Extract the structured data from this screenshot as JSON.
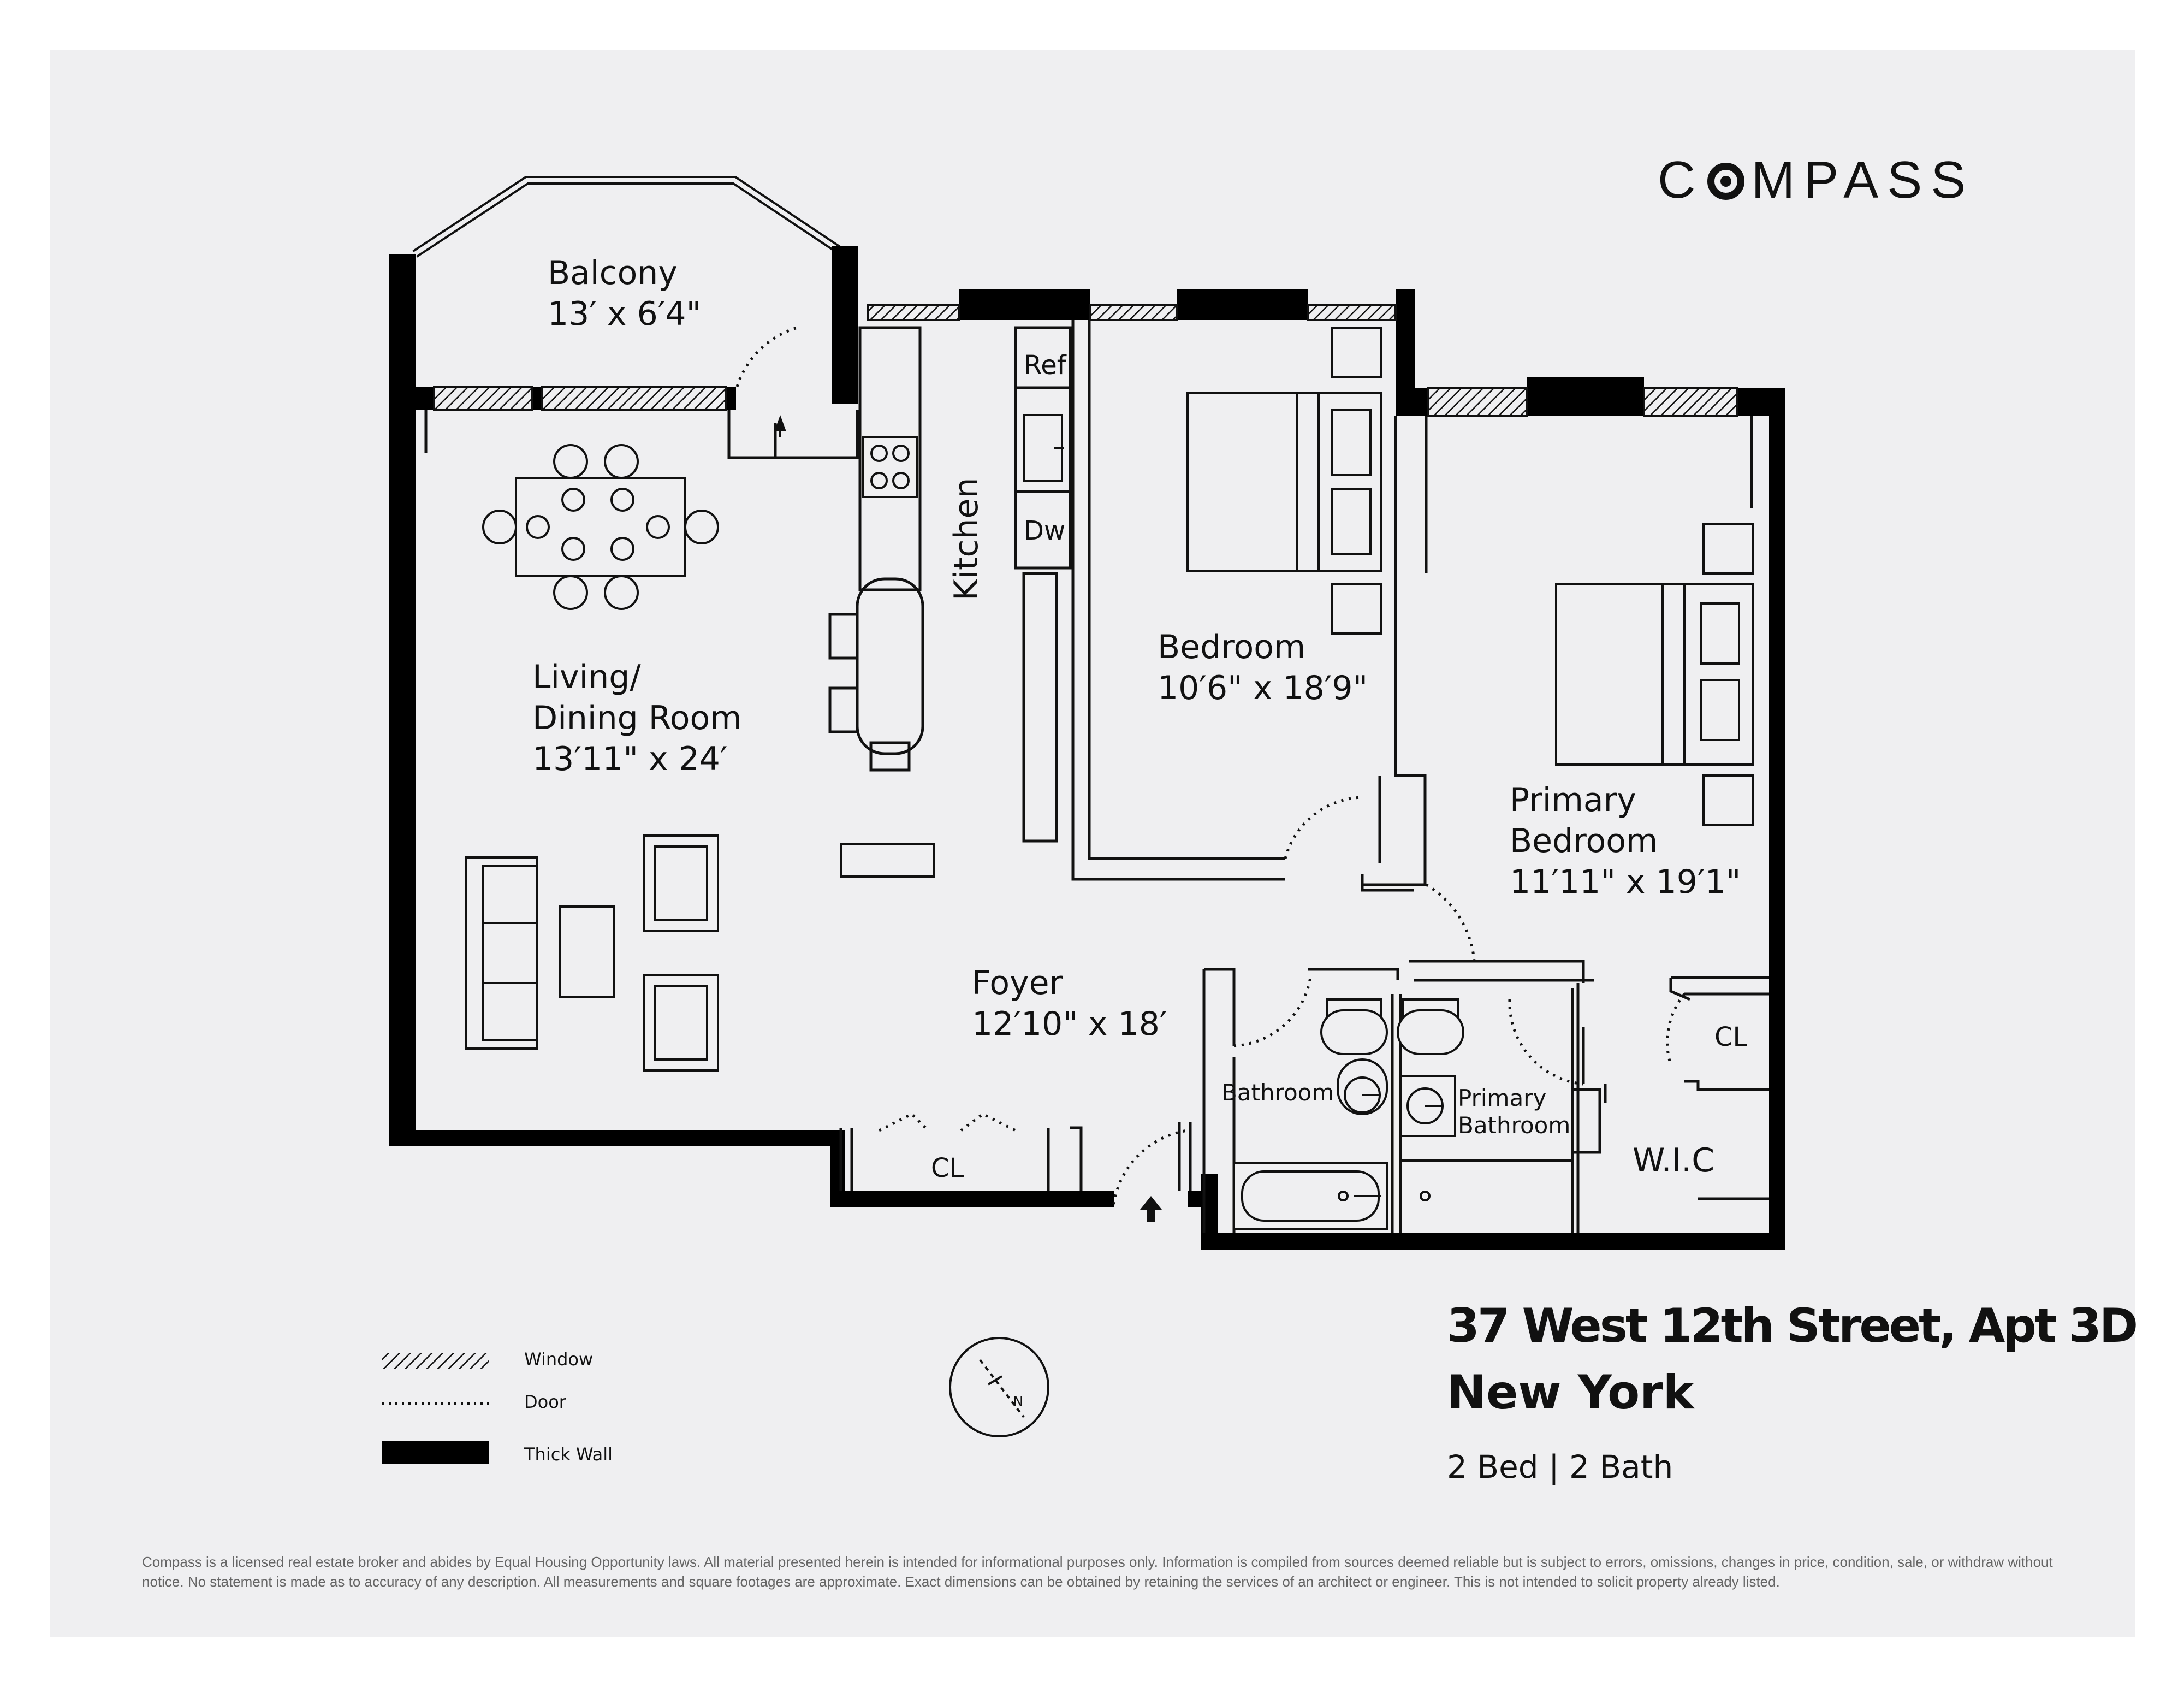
{
  "brand": {
    "name": "COMPASS"
  },
  "rooms": {
    "balcony": {
      "name": "Balcony",
      "size": "13′ x 6′4\""
    },
    "living": {
      "name1": "Living/",
      "name2": "Dining Room",
      "size": "13′11\" x 24′"
    },
    "kitchen": {
      "name": "Kitchen"
    },
    "ref": "Ref",
    "dw": "Dw",
    "bedroom": {
      "name": "Bedroom",
      "size": "10′6\" x 18′9\""
    },
    "primary_bedroom": {
      "name1": "Primary",
      "name2": "Bedroom",
      "size": "11′11\" x 19′1\""
    },
    "foyer": {
      "name": "Foyer",
      "size": "12′10\" x 18′"
    },
    "cl": "CL",
    "bathroom": "Bathroom",
    "primary_bathroom": {
      "line1": "Primary",
      "line2": "Bathroom"
    },
    "wic": "W.I.C"
  },
  "address": {
    "street": "37 West 12th Street, Apt 3D",
    "city": "New York",
    "summary": "2 Bed | 2 Bath"
  },
  "legend": {
    "window": "Window",
    "door": "Door",
    "thick_wall": "Thick Wall"
  },
  "compass": {
    "north": "N"
  },
  "disclaimer": "Compass is a licensed real estate broker and abides by Equal Housing Opportunity laws. All material presented herein is intended for informational purposes only. Information is compiled from sources deemed reliable but is subject to errors, omissions, changes in price, condition, sale, or withdraw without notice. No statement is made as to accuracy of any description. All measurements and square footages are approximate. Exact dimensions can be obtained by retaining the services of an architect or engineer. This is not intended to solicit property already listed.",
  "colors": {
    "background": "#efeff1",
    "wall": "#000000",
    "text": "#111111"
  }
}
